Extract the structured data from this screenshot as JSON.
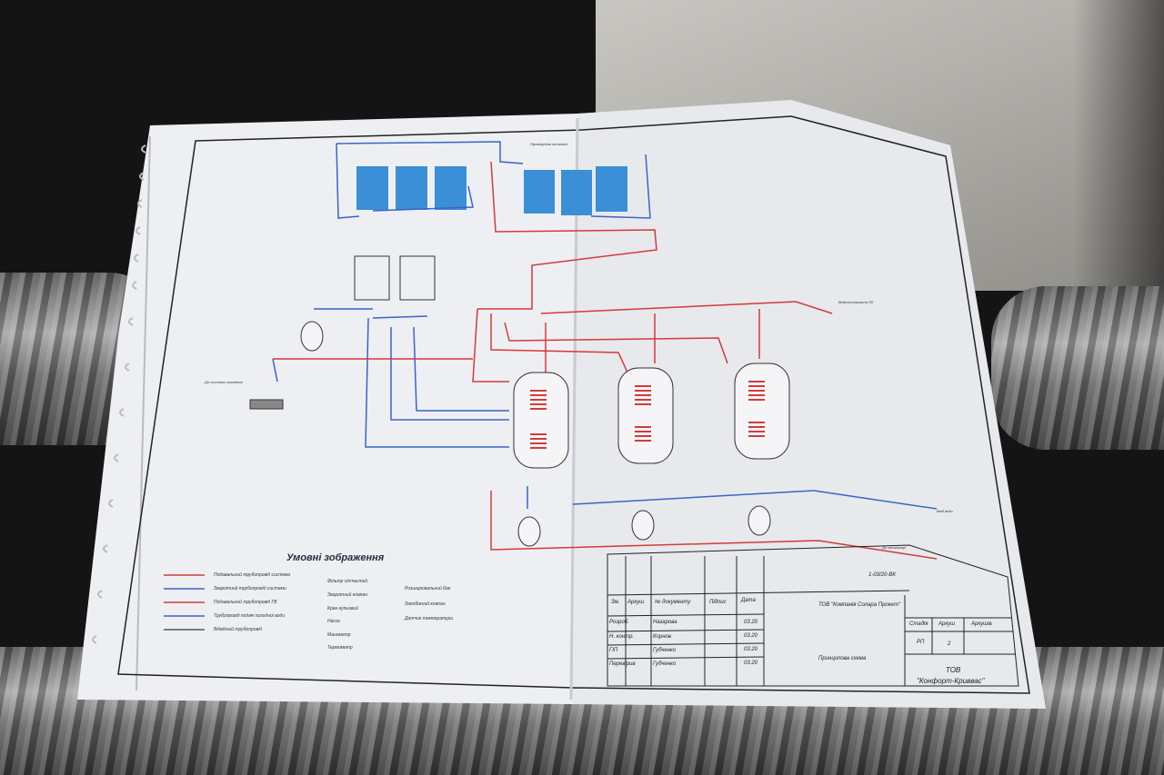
{
  "diagram": {
    "legend_title": "Умовні зображення",
    "legend_items": [
      "Подавальний трубопровід системи",
      "Зворотний трубопровід системи",
      "Подавальний трубопровід ГВ",
      "Трубопровід подачі холодної води",
      "Відвідний трубопровід"
    ],
    "legend_items_col2": [
      "Фільтр сітчастий",
      "Зворотний клапан",
      "Кран кульовий",
      "Насос",
      "Манометр",
      "Термометр"
    ],
    "legend_items_col3": [
      "Розширювальний бак",
      "Запобіжний клапан",
      "Датчик температури"
    ],
    "labels": {
      "top_center": "Приміщення котельні",
      "to_drain": "До каналізації",
      "to_system": "До системи опалення",
      "cold_water": "Ввід води",
      "hot_water": "Водопостачання ГВ"
    }
  },
  "title_block": {
    "headers": [
      "Зм.",
      "Аркуш",
      "№ документу",
      "Підпис",
      "Дата"
    ],
    "rows": [
      {
        "role": "Розроб.",
        "name": "Назарова",
        "date": "03.20"
      },
      {
        "role": "Н. контр.",
        "name": "Корнов",
        "date": "03.20"
      },
      {
        "role": "ГІП",
        "name": "Губченко",
        "date": "03.20"
      },
      {
        "role": "Перевірив",
        "name": "Губченко",
        "date": "03.20"
      }
    ],
    "code": "1-03/20-ВК",
    "company_header": "ТОВ \"Компанія Солара Проект\"",
    "stage_headers": [
      "Стадія",
      "Аркуш",
      "Аркушів"
    ],
    "stage": "РП",
    "sheet": "2",
    "sheet_title": "Принципова схема",
    "org_line1": "ТОВ",
    "org_line2": "\"Конфорт-Криввас\""
  }
}
